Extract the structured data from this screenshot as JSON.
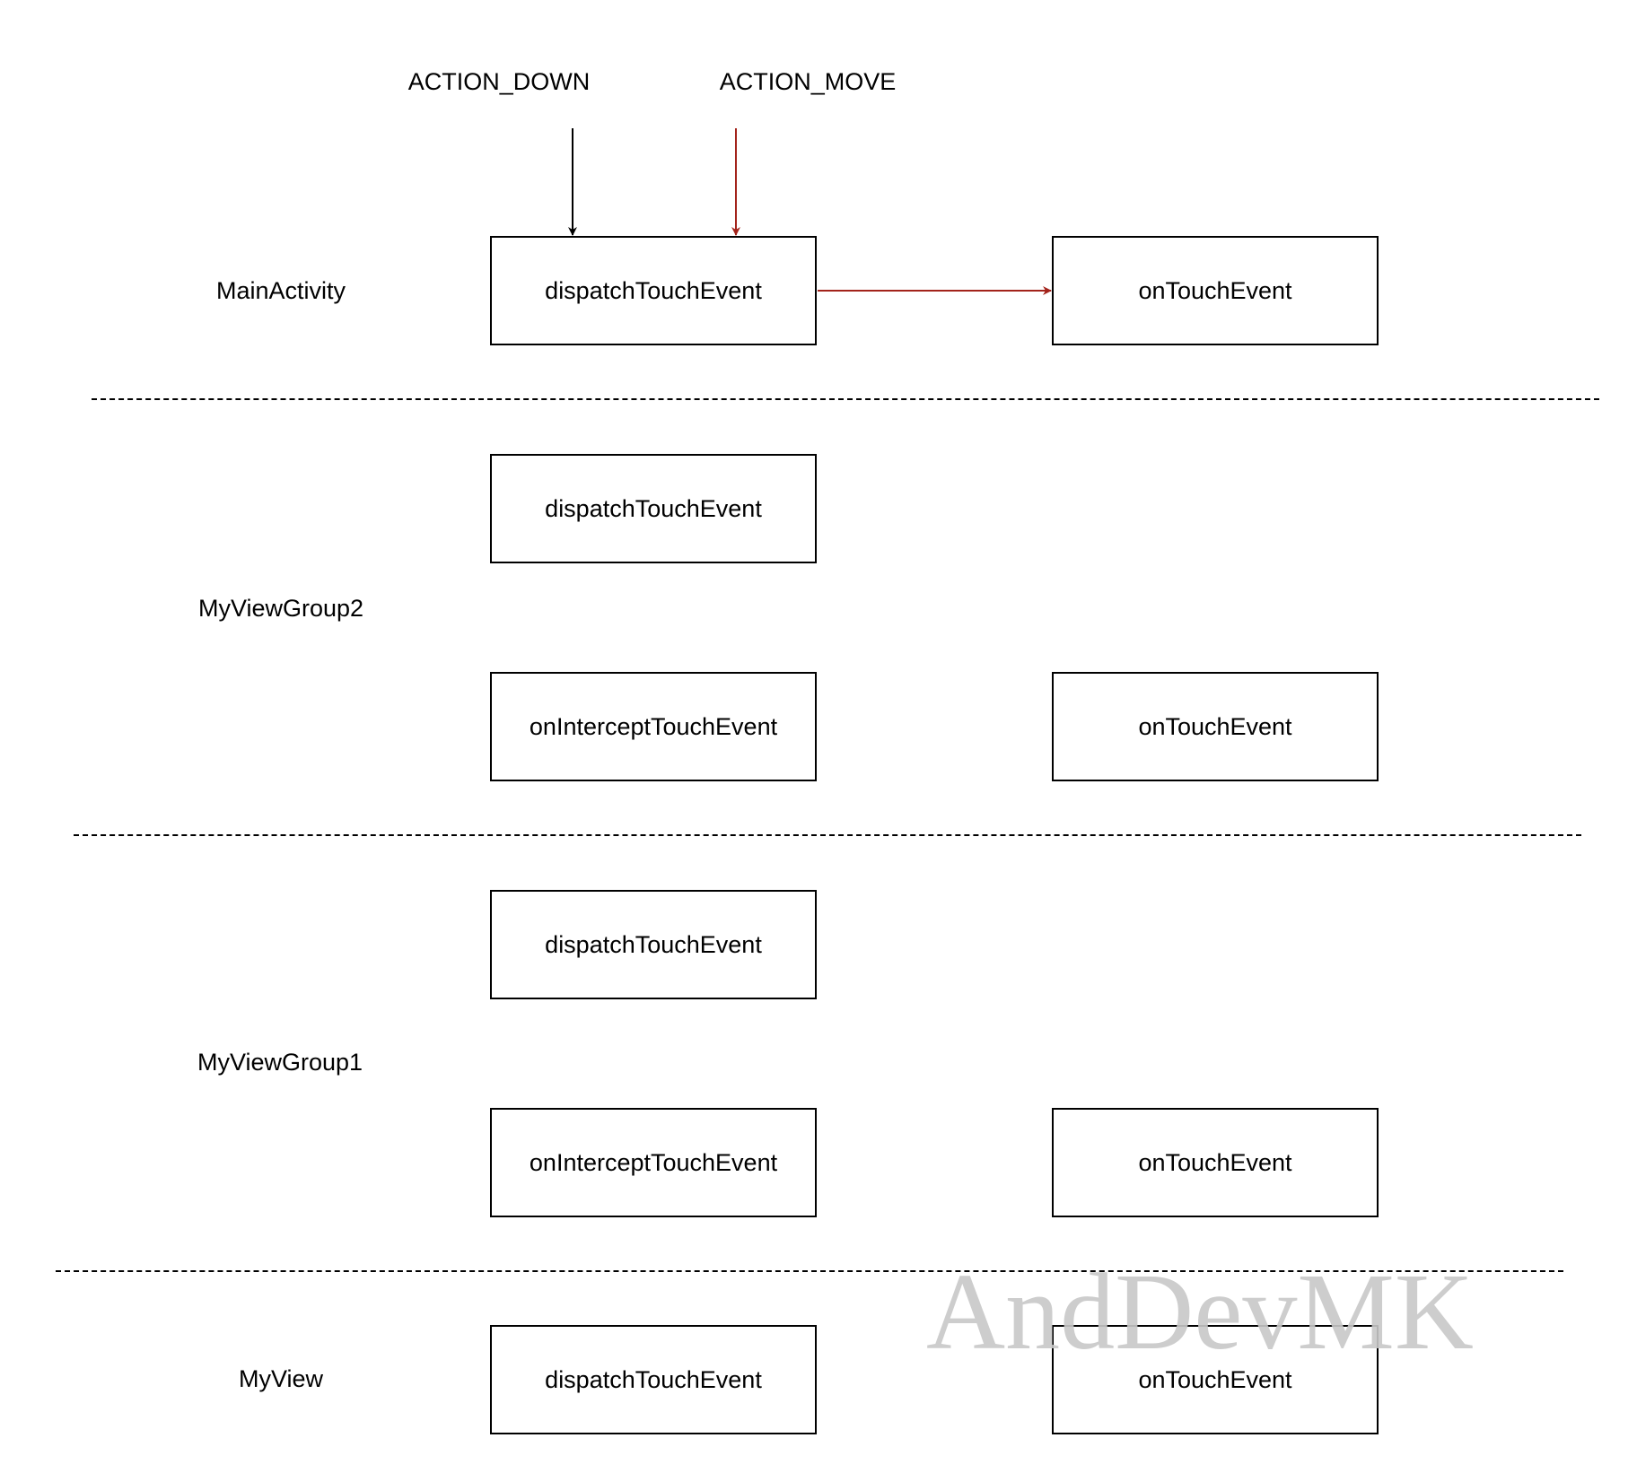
{
  "events": {
    "action_down": "ACTION_DOWN",
    "action_move": "ACTION_MOVE"
  },
  "layers": {
    "main_activity": {
      "label": "MainActivity",
      "dispatch": "dispatchTouchEvent",
      "on_touch": "onTouchEvent"
    },
    "my_view_group2": {
      "label": "MyViewGroup2",
      "dispatch": "dispatchTouchEvent",
      "intercept": "onInterceptTouchEvent",
      "on_touch": "onTouchEvent"
    },
    "my_view_group1": {
      "label": "MyViewGroup1",
      "dispatch": "dispatchTouchEvent",
      "intercept": "onInterceptTouchEvent",
      "on_touch": "onTouchEvent"
    },
    "my_view": {
      "label": "MyView",
      "dispatch": "dispatchTouchEvent",
      "on_touch": "onTouchEvent"
    }
  },
  "watermark": "AndDevMK",
  "colors": {
    "action_down_arrow": "#000000",
    "action_move_arrow": "#a3231b",
    "watermark": "#c8c8c8"
  }
}
